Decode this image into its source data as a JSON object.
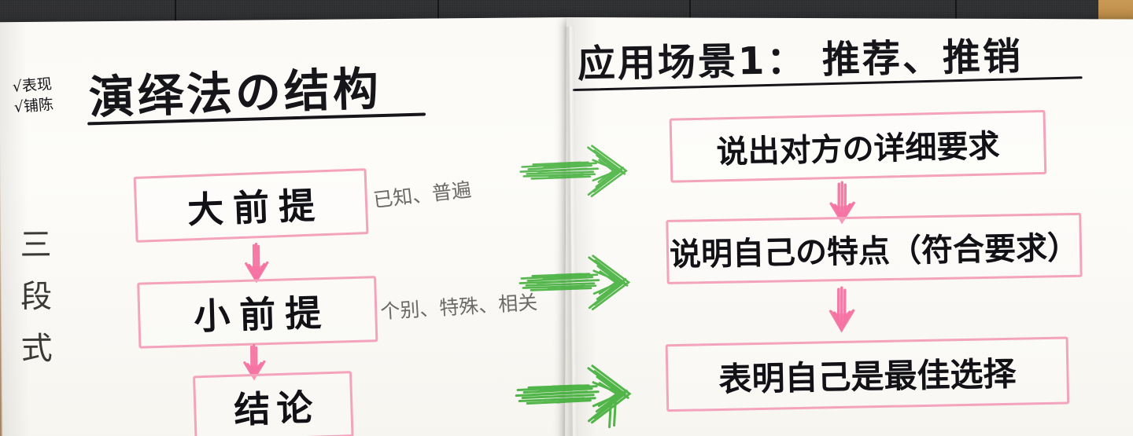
{
  "scene": {
    "background": "dark fabric desk surface",
    "object": "open handwritten notebook, two pages",
    "colors": {
      "ink_black": "#16161a",
      "ink_gray": "#6c6a68",
      "box_pink": "#f4a3bd",
      "arrow_pink": "#f573a2",
      "arrow_green": "#3fae37",
      "paper": "#fbfaf6",
      "desk": "#26272a",
      "wood": "#c99a55"
    }
  },
  "left_page": {
    "title": "演绎法の结构",
    "annotations": {
      "line1": "√表现",
      "line2": "√铺陈"
    },
    "side_label": "三段式",
    "boxes": [
      {
        "label": "大前提",
        "note": "已知、普遍"
      },
      {
        "label": "小前提",
        "note": "个别、特殊、相关"
      },
      {
        "label": "结论",
        "note": ""
      }
    ],
    "arrows": [
      {
        "name": "pink-down-arrow-1",
        "direction": "down"
      },
      {
        "name": "pink-down-arrow-2",
        "direction": "down"
      }
    ]
  },
  "right_page": {
    "title": "应用场景1： 推荐、推销",
    "boxes": [
      {
        "label": "说出对方の详细要求"
      },
      {
        "label": "说明自己の特点（符合要求）"
      },
      {
        "label": "表明自己是最佳选择"
      }
    ],
    "arrows": [
      {
        "name": "pink-down-arrow-1",
        "direction": "down"
      },
      {
        "name": "pink-down-arrow-2",
        "direction": "down"
      }
    ]
  },
  "cross_page_arrows": [
    {
      "name": "green-right-arrow-1",
      "direction": "right"
    },
    {
      "name": "green-right-arrow-2",
      "direction": "right"
    },
    {
      "name": "green-right-arrow-3",
      "direction": "right"
    }
  ]
}
